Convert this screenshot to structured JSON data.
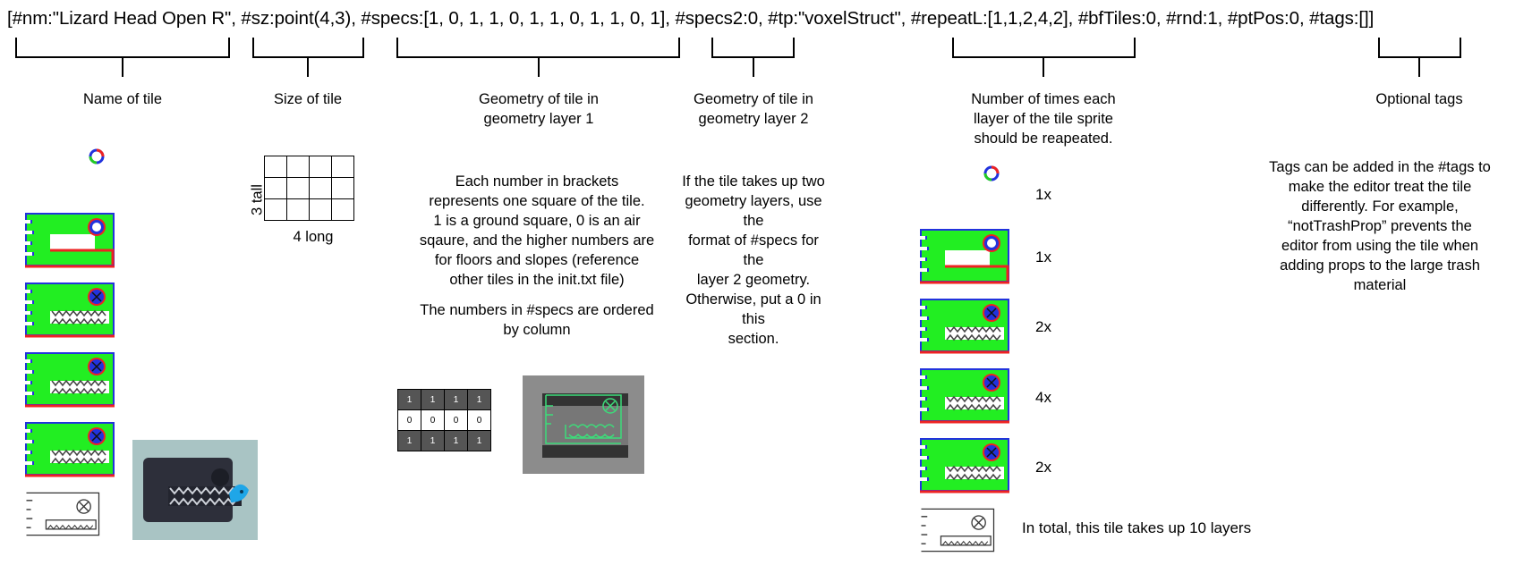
{
  "code_line": "[#nm:\"Lizard Head Open R\", #sz:point(4,3), #specs:[1, 0, 1, 1, 0, 1, 1, 0, 1, 1, 0, 1], #specs2:0, #tp:\"voxelStruct\", #repeatL:[1,1,2,4,2], #bfTiles:0, #rnd:1, #ptPos:0, #tags:[]]",
  "labels": {
    "name": "Name of tile",
    "size": "Size of tile",
    "geo1_line1": "Geometry of tile in",
    "geo1_line2": "geometry layer 1",
    "geo2_line1": "Geometry of tile in",
    "geo2_line2": "geometry layer 2",
    "repeat_line1": "Number of times each",
    "repeat_line2": "llayer of the tile sprite",
    "repeat_line3": "should be reapeated.",
    "tags": "Optional tags"
  },
  "size_grid": {
    "tall_label": "3 tall",
    "long_label": "4 long"
  },
  "geo1_desc": [
    "Each number in brackets",
    "represents one square of the tile.",
    "1 is a ground square, 0 is an air",
    "sqaure, and the higher numbers are",
    "for floors and slopes (reference",
    "other tiles in the init.txt file)",
    "",
    "The numbers in #specs are ordered",
    "by column"
  ],
  "geo_grid": [
    [
      "1",
      "1",
      "1",
      "1"
    ],
    [
      "0",
      "0",
      "0",
      "0"
    ],
    [
      "1",
      "1",
      "1",
      "1"
    ]
  ],
  "geo2_desc": [
    "If the tile takes up two",
    "geometry layers, use the",
    "format of #specs for the",
    "layer 2 geometry.",
    "Otherwise, put a 0 in this",
    "section."
  ],
  "tags_desc": [
    "Tags can be added in the #tags to",
    "make the editor treat the tile",
    "differently. For example,",
    "“notTrashProp” prevents the",
    "editor from using the tile when",
    "adding props to the large trash",
    "material"
  ],
  "repeat_multipliers": [
    "1x",
    "1x",
    "2x",
    "4x",
    "2x"
  ],
  "total_text": "In total, this tile takes up 10 layers",
  "colors": {
    "sprite_green": "#22ee22",
    "sprite_blue": "#2233dd",
    "sprite_red": "#ee2222",
    "preview_bg": "#a9c4c4",
    "geo_bg": "#8c8c8c",
    "grid_dark": "#555555"
  }
}
